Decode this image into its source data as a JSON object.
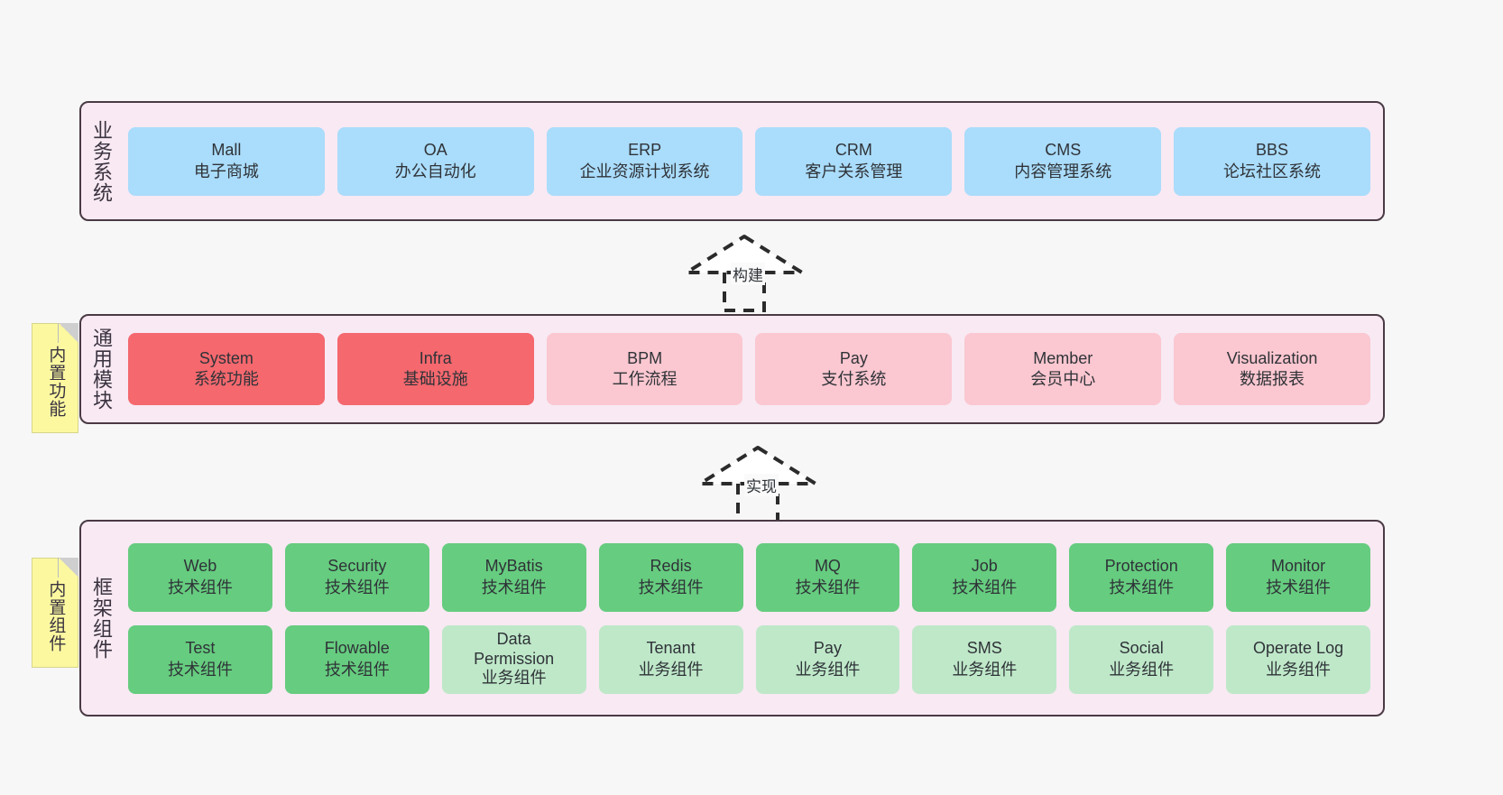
{
  "meta": {
    "bg_color": "#f7f7f7",
    "layer_fill": "#f8e9f3",
    "layer_border": "#4a3a44",
    "note_fill": "#fbf8a0"
  },
  "layers": [
    {
      "id": "business-system",
      "label": "业务系统",
      "accent": "#aadcfb",
      "rows": [
        {
          "boxes": [
            {
              "name": "mall",
              "en": "Mall",
              "cn": "电子商城",
              "color": "#aadcfb"
            },
            {
              "name": "oa",
              "en": "OA",
              "cn": "办公自动化",
              "color": "#aadcfb"
            },
            {
              "name": "erp",
              "en": "ERP",
              "cn": "企业资源计划系统",
              "color": "#aadcfb"
            },
            {
              "name": "crm",
              "en": "CRM",
              "cn": "客户关系管理",
              "color": "#aadcfb"
            },
            {
              "name": "cms",
              "en": "CMS",
              "cn": "内容管理系统",
              "color": "#aadcfb"
            },
            {
              "name": "bbs",
              "en": "BBS",
              "cn": "论坛社区系统",
              "color": "#aadcfb"
            }
          ]
        }
      ]
    },
    {
      "id": "common-module",
      "label": "通用模块",
      "note": "内置功能",
      "rows": [
        {
          "boxes": [
            {
              "name": "system",
              "en": "System",
              "cn": "系统功能",
              "color": "#f4686e"
            },
            {
              "name": "infra",
              "en": "Infra",
              "cn": "基础设施",
              "color": "#f4686e"
            },
            {
              "name": "bpm",
              "en": "BPM",
              "cn": "工作流程",
              "color": "#fbc7d0"
            },
            {
              "name": "pay",
              "en": "Pay",
              "cn": "支付系统",
              "color": "#fbc7d0"
            },
            {
              "name": "member",
              "en": "Member",
              "cn": "会员中心",
              "color": "#fbc7d0"
            },
            {
              "name": "visualization",
              "en": "Visualization",
              "cn": "数据报表",
              "color": "#fbc7d0"
            }
          ]
        }
      ]
    },
    {
      "id": "framework-component",
      "label": "框架组件",
      "note": "内置组件",
      "rows": [
        {
          "boxes": [
            {
              "name": "web",
              "en": "Web",
              "cn": "技术组件",
              "color": "#66cc7f"
            },
            {
              "name": "security",
              "en": "Security",
              "cn": "技术组件",
              "color": "#66cc7f"
            },
            {
              "name": "mybatis",
              "en": "MyBatis",
              "cn": "技术组件",
              "color": "#66cc7f"
            },
            {
              "name": "redis",
              "en": "Redis",
              "cn": "技术组件",
              "color": "#66cc7f"
            },
            {
              "name": "mq",
              "en": "MQ",
              "cn": "技术组件",
              "color": "#66cc7f"
            },
            {
              "name": "job",
              "en": "Job",
              "cn": "技术组件",
              "color": "#66cc7f"
            },
            {
              "name": "protection",
              "en": "Protection",
              "cn": "技术组件",
              "color": "#66cc7f"
            },
            {
              "name": "monitor",
              "en": "Monitor",
              "cn": "技术组件",
              "color": "#66cc7f"
            }
          ]
        },
        {
          "boxes": [
            {
              "name": "test",
              "en": "Test",
              "en2": "",
              "cn": "技术组件",
              "color": "#66cc7f"
            },
            {
              "name": "flowable",
              "en": "Flowable",
              "en2": "",
              "cn": "技术组件",
              "color": "#66cc7f"
            },
            {
              "name": "data-permission",
              "en": "Data",
              "en2": "Permission",
              "cn": "业务组件",
              "color": "#bfe8c9"
            },
            {
              "name": "tenant",
              "en": "Tenant",
              "en2": "",
              "cn": "业务组件",
              "color": "#bfe8c9"
            },
            {
              "name": "pay-biz",
              "en": "Pay",
              "en2": "",
              "cn": "业务组件",
              "color": "#bfe8c9"
            },
            {
              "name": "sms",
              "en": "SMS",
              "en2": "",
              "cn": "业务组件",
              "color": "#bfe8c9"
            },
            {
              "name": "social",
              "en": "Social",
              "en2": "",
              "cn": "业务组件",
              "color": "#bfe8c9"
            },
            {
              "name": "operate-log",
              "en": "Operate Log",
              "en2": "",
              "cn": "业务组件",
              "color": "#bfe8c9"
            }
          ]
        }
      ]
    }
  ],
  "connectors": [
    {
      "id": "build",
      "label": "构建",
      "from": "common-module",
      "to": "business-system"
    },
    {
      "id": "implement",
      "label": "实现",
      "from": "framework-component",
      "to": "common-module"
    }
  ]
}
